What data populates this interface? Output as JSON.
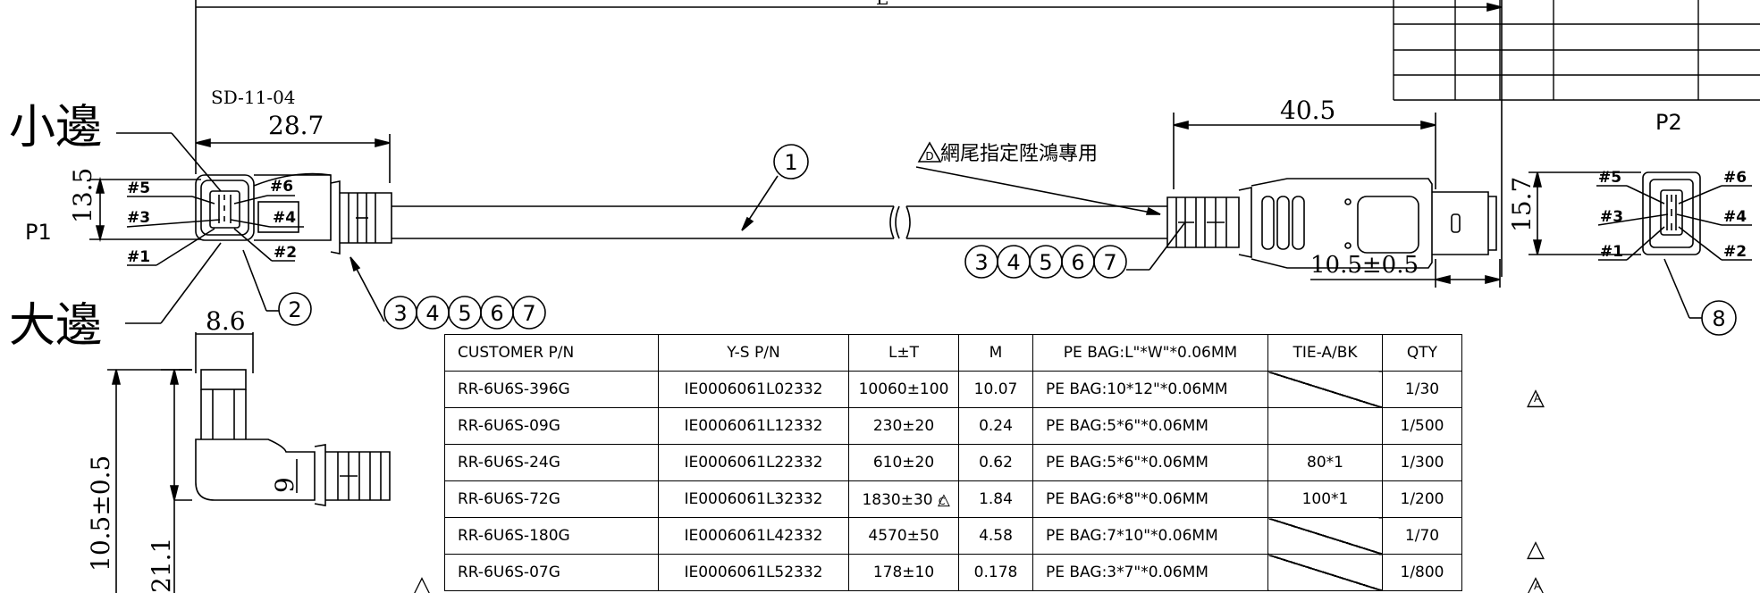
{
  "drawing": {
    "top_length_label": "L",
    "part_ref": "SD-11-04",
    "small_side": "小邊",
    "large_side": "大邊",
    "p1_label": "P1",
    "p2_label": "P2",
    "dim_28_7": "28.7",
    "dim_13_5": "13.5",
    "dim_8_6": "8.6",
    "dim_40_5": "40.5",
    "dim_15_7": "15.7",
    "dim_10_5_tol_bottom": "10.5±0.5",
    "dim_10_5_tol_side": "10.5±0.5",
    "dim_9": "9",
    "dim_21_1": "21.1",
    "note_d": "網尾指定陞鴻專用",
    "note_d_mark": "D",
    "balloons": [
      "1",
      "2",
      "3",
      "4",
      "5",
      "6",
      "7",
      "8"
    ],
    "pin_labels_p1": [
      "#5",
      "#6",
      "#3",
      "#4",
      "#1",
      "#2"
    ],
    "pin_labels_p2": [
      "#5",
      "#6",
      "#3",
      "#4",
      "#1",
      "#2"
    ]
  },
  "table": {
    "headers": [
      "CUSTOMER P/N",
      "Y-S P/N",
      "L±T",
      "M",
      "PE BAG:L\"*W\"*0.06MM",
      "TIE-A/BK",
      "QTY"
    ],
    "rows": [
      {
        "customer": "RR-6U6S-396G",
        "ys": "IE0006061L02332",
        "lt": "10060±100",
        "m": "10.07",
        "bag": "PE BAG:10*12\"*0.06MM",
        "tie": "",
        "qty": "1/30",
        "rev": "A"
      },
      {
        "customer": "RR-6U6S-09G",
        "ys": "IE0006061L12332",
        "lt": "230±20",
        "m": "0.24",
        "bag": "PE BAG:5*6\"*0.06MM",
        "tie": "",
        "qty": "1/500",
        "rev": ""
      },
      {
        "customer": "RR-6U6S-24G",
        "ys": "IE0006061L22332",
        "lt": "610±20",
        "m": "0.62",
        "bag": "PE BAG:5*6\"*0.06MM",
        "tie": "80*1",
        "qty": "1/300",
        "rev": ""
      },
      {
        "customer": "RR-6U6S-72G",
        "ys": "IE0006061L32332",
        "lt": "1830±30",
        "m": "1.84",
        "bag": "PE BAG:6*8\"*0.06MM",
        "tie": "100*1",
        "qty": "1/200",
        "rev": "",
        "lt_mark": "C"
      },
      {
        "customer": "RR-6U6S-180G",
        "ys": "IE0006061L42332",
        "lt": "4570±50",
        "m": "4.58",
        "bag": "PE BAG:7*10\"*0.06MM",
        "tie": "",
        "qty": "1/70",
        "rev": ""
      },
      {
        "customer": "RR-6U6S-07G",
        "ys": "IE0006061L52332",
        "lt": "178±10",
        "m": "0.178",
        "bag": "PE BAG:3*7\"*0.06MM",
        "tie": "",
        "qty": "1/800",
        "rev": "A"
      }
    ]
  }
}
